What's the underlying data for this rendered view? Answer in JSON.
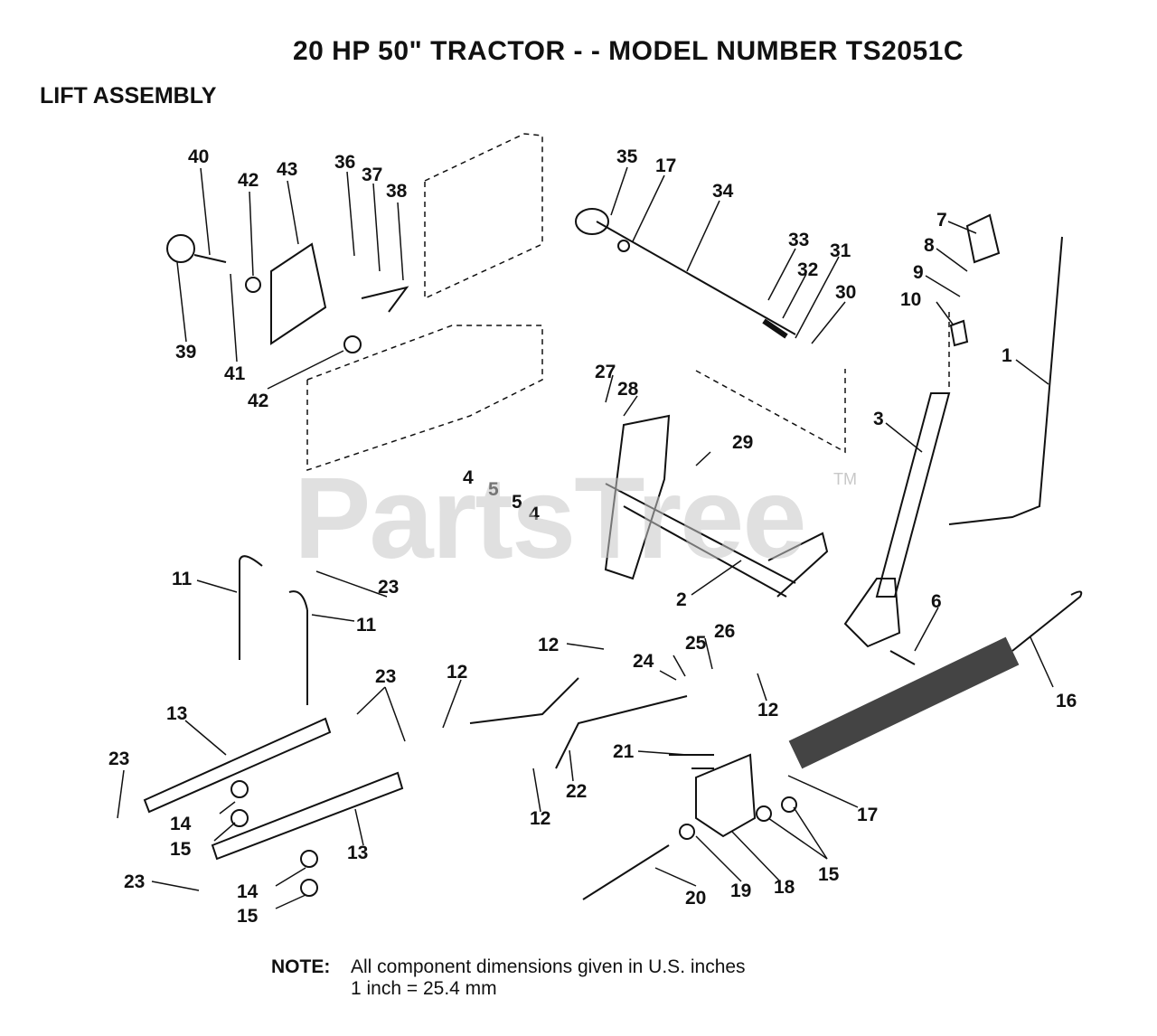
{
  "header": {
    "title": "20 HP 50\" TRACTOR - - MODEL NUMBER TS2051C",
    "section": "LIFT ASSEMBLY"
  },
  "watermark": {
    "text": "PartsTree",
    "tm": "TM"
  },
  "note": {
    "label": "NOTE:",
    "line1": "All component dimensions given in U.S. inches",
    "line2": "1 inch = 25.4 mm"
  },
  "callouts": [
    "40",
    "42",
    "43",
    "36",
    "37",
    "38",
    "39",
    "41",
    "42",
    "35",
    "17",
    "34",
    "33",
    "32",
    "31",
    "30",
    "7",
    "8",
    "9",
    "10",
    "1",
    "3",
    "27",
    "28",
    "29",
    "4",
    "5",
    "5",
    "4",
    "2",
    "11",
    "23",
    "11",
    "23",
    "12",
    "12",
    "25",
    "26",
    "24",
    "12",
    "13",
    "23",
    "21",
    "22",
    "17",
    "16",
    "6",
    "14",
    "15",
    "13",
    "12",
    "18",
    "15",
    "23",
    "14",
    "15",
    "20",
    "19"
  ],
  "colors": {
    "ink": "#111111",
    "watermark": "#c8c8c8",
    "background": "#ffffff"
  }
}
